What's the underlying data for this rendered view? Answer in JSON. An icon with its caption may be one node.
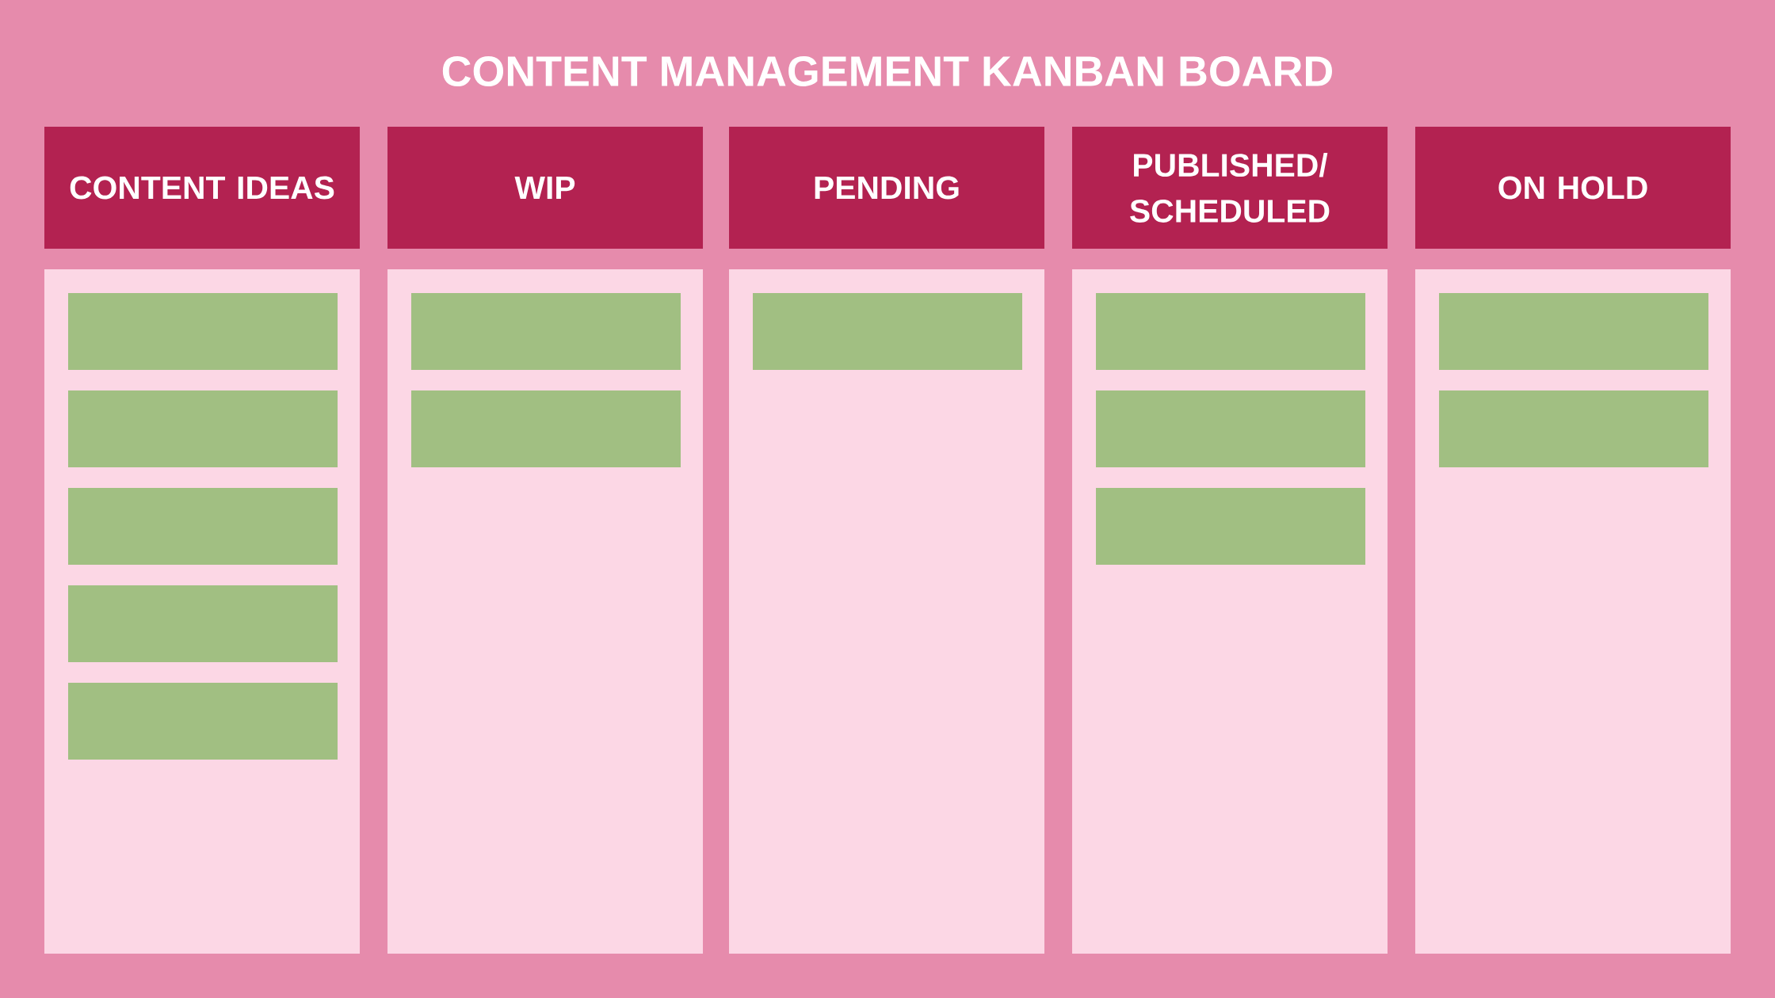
{
  "diagram": {
    "title": "CONTENT MANAGEMENT KANBAN BOARD",
    "nodes": [
      {
        "text": [
          "CONTENT IDEAS"
        ]
      },
      {
        "text": [
          "WIP"
        ]
      },
      {
        "text": [
          "PENDING"
        ]
      },
      {
        "text": [
          "PUBLISHED/ SCHEDULED"
        ]
      },
      {
        "text": [
          "ON HOLD"
        ]
      },
      {
        "text": [],
        "shape": "box"
      },
      {
        "text": [],
        "shape": "box",
        "in": 5
      },
      {
        "text": [],
        "shape": "box",
        "in": 5
      },
      {
        "text": [],
        "shape": "box",
        "in": 5
      },
      {
        "text": [],
        "shape": "box",
        "in": 5
      },
      {
        "text": [],
        "shape": "box",
        "in": 5
      },
      {
        "text": [],
        "shape": "box"
      },
      {
        "text": [],
        "shape": "box",
        "in": 11
      },
      {
        "text": [],
        "shape": "box",
        "in": 11
      },
      {
        "text": [],
        "shape": "box"
      },
      {
        "text": [],
        "shape": "box",
        "in": 14
      },
      {
        "text": [],
        "shape": "box"
      },
      {
        "text": [],
        "shape": "box",
        "in": 16
      },
      {
        "text": [],
        "shape": "box",
        "in": 16
      },
      {
        "text": [],
        "shape": "box",
        "in": 16
      },
      {
        "text": [],
        "shape": "box"
      },
      {
        "text": [],
        "shape": "box",
        "in": 20
      },
      {
        "text": [],
        "shape": "box",
        "in": 20
      }
    ],
    "edges": []
  }
}
